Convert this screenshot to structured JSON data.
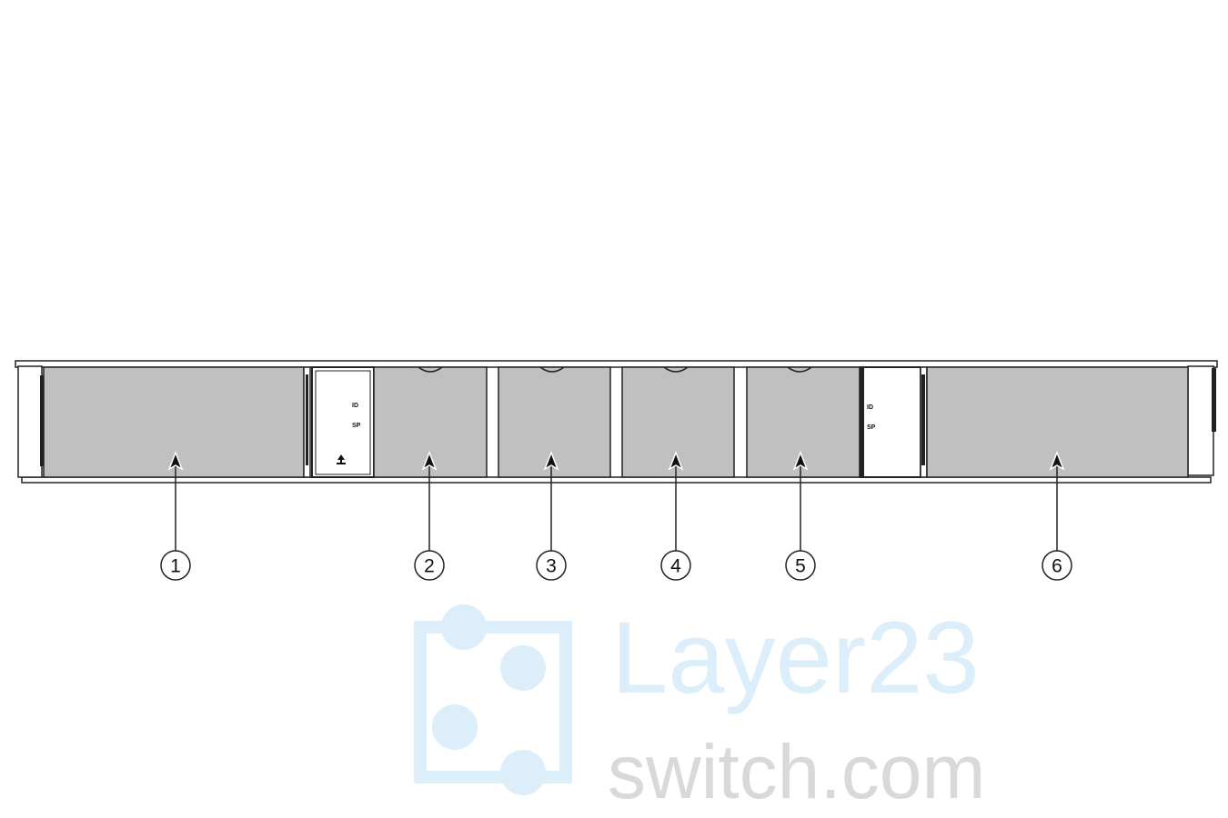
{
  "diagram": {
    "title": "Chassis front panel",
    "callouts": [
      "1",
      "2",
      "3",
      "4",
      "5",
      "6"
    ],
    "left_module_labels": [
      "ID",
      "SP"
    ],
    "right_module_labels": [
      "ID",
      "SP"
    ]
  },
  "watermark": {
    "line1": "Layer23",
    "line2": "switch.com",
    "color_line1": "#dceefa",
    "color_line2": "#d9d9d9"
  }
}
